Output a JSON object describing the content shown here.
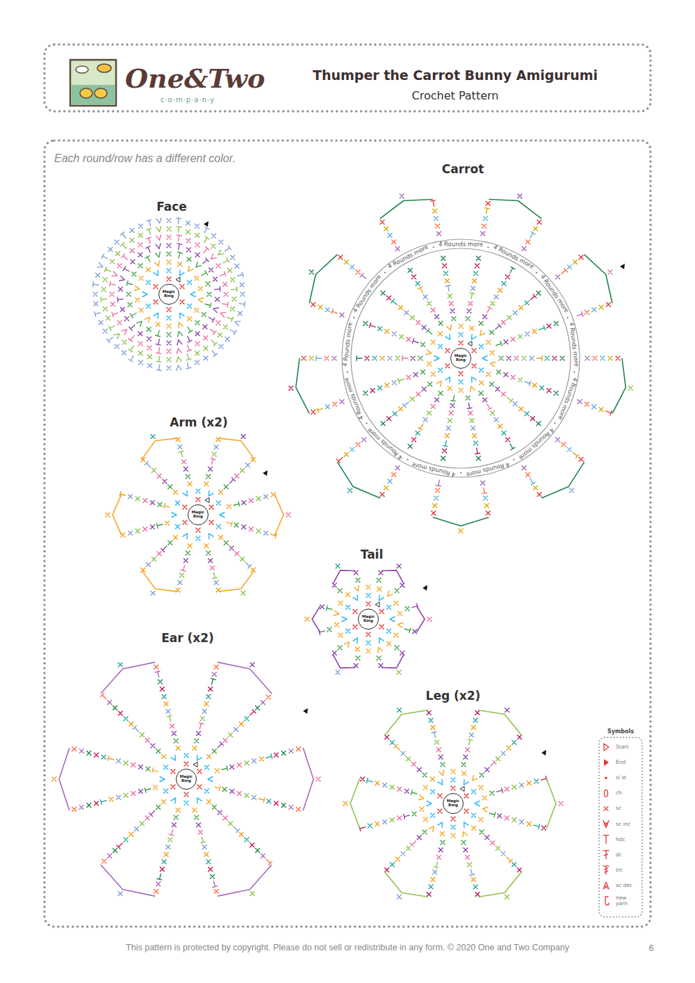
{
  "diagram": {
    "title": "Thumper the Carrot Bunny Amigurumi",
    "nodes": [
      {
        "text": [
          "Magic Ring"
        ]
      },
      {
        "text": [
          "Magic Ring"
        ]
      },
      {
        "text": [
          "Magic Ring"
        ]
      },
      {
        "text": [
          "Magic Ring"
        ]
      },
      {
        "text": [
          "Magic Ring"
        ]
      },
      {
        "text": [
          "Magic Ring"
        ]
      }
    ],
    "labels": [
      "One&Two",
      "c·o·m·p·a·n·y",
      "Crochet Pattern",
      "Each round/row has a different color.",
      "Face",
      "Carrot",
      "4 Rounds more",
      "4 Rounds more",
      "4 Rounds more",
      "4 Rounds more",
      "4 Rounds more",
      "4 Rounds more",
      "4 Rounds more",
      "4 Rounds more",
      "4 Rounds more",
      "4 Rounds more",
      "4 Rounds more",
      "4 Rounds more",
      "4 Rounds more",
      "Arm (x2)",
      "Tail",
      "Ear (x2)",
      "Leg (x2)",
      "Symbols",
      "This pattern is protected by copyright. Please do not sell or redistribute in any form. © 2020 One and Two Company",
      "6"
    ],
    "legend": [
      {
        "text": "Start"
      },
      {
        "text": "End"
      },
      {
        "text": "sl st"
      },
      {
        "text": "ch"
      },
      {
        "text": "sc"
      },
      {
        "text": "sc inc"
      },
      {
        "text": "hdc"
      },
      {
        "text": "dc"
      },
      {
        "text": "trc"
      },
      {
        "text": "sc dec"
      },
      {
        "text": "new yarn"
      }
    ]
  }
}
